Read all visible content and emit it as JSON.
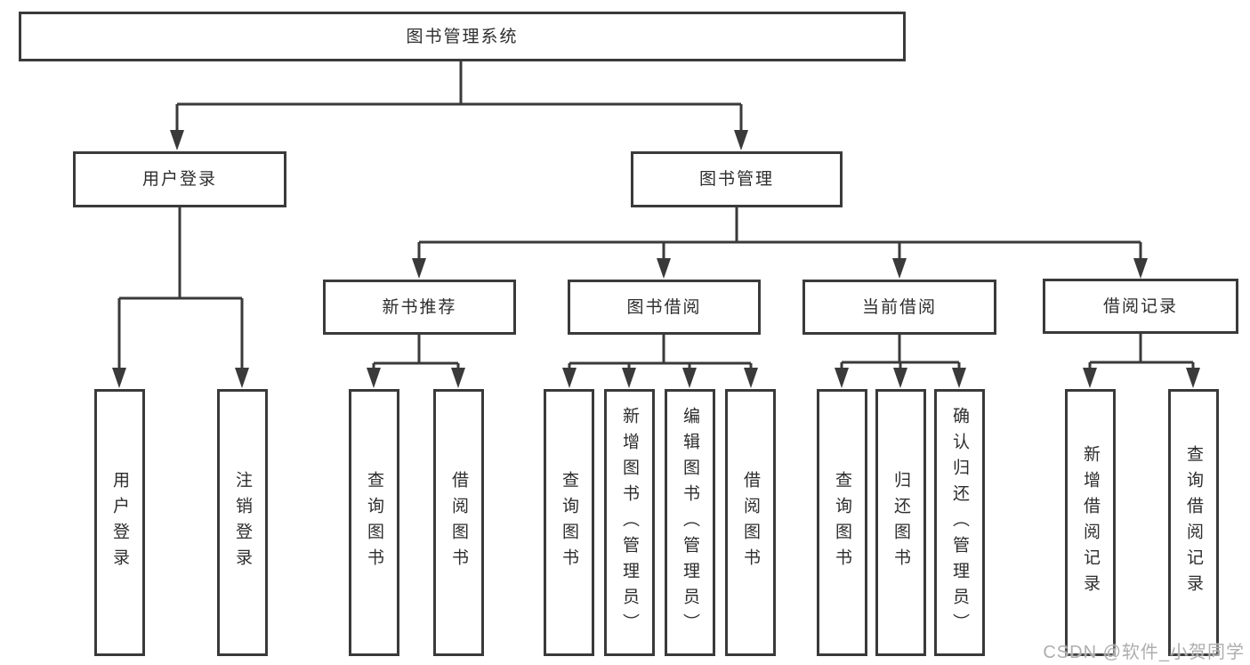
{
  "diagram": {
    "root": {
      "label": "图书管理系统"
    },
    "level2": [
      {
        "label": "用户登录"
      },
      {
        "label": "图书管理"
      }
    ],
    "level3": [
      {
        "label": "新书推荐",
        "parent": "图书管理"
      },
      {
        "label": "图书借阅",
        "parent": "图书管理"
      },
      {
        "label": "当前借阅",
        "parent": "图书管理"
      },
      {
        "label": "借阅记录",
        "parent": "图书管理"
      }
    ],
    "leaves": [
      {
        "label": "用户登录",
        "parent": "用户登录"
      },
      {
        "label": "注销登录",
        "parent": "用户登录"
      },
      {
        "label": "查询图书",
        "parent": "新书推荐"
      },
      {
        "label": "借阅图书",
        "parent": "新书推荐"
      },
      {
        "label": "查询图书",
        "parent": "图书借阅"
      },
      {
        "label": "新增图书（管理员）",
        "parent": "图书借阅"
      },
      {
        "label": "编辑图书（管理员）",
        "parent": "图书借阅"
      },
      {
        "label": "借阅图书",
        "parent": "图书借阅"
      },
      {
        "label": "查询图书",
        "parent": "当前借阅"
      },
      {
        "label": "归还图书",
        "parent": "当前借阅"
      },
      {
        "label": "确认归还（管理员）",
        "parent": "当前借阅"
      },
      {
        "label": "新增借阅记录",
        "parent": "借阅记录"
      },
      {
        "label": "查询借阅记录",
        "parent": "借阅记录"
      }
    ]
  },
  "watermark": {
    "text": "CSDN @软件_小贺同学"
  },
  "colors": {
    "line": "#3a3a3a",
    "text": "#2d2d2d",
    "watermark": "#aeaeae",
    "background": "#ffffff"
  }
}
